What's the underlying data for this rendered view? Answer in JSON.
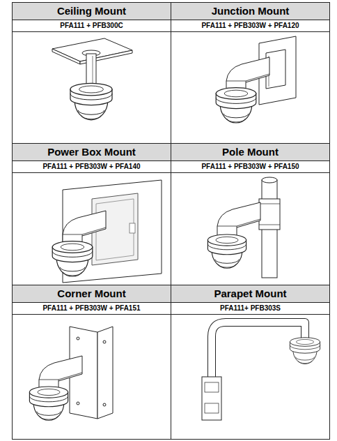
{
  "diagram": {
    "nodes": [
      {
        "text": [
          "Ceiling Mount",
          "PFA111 + PFB300C"
        ]
      },
      {
        "text": [
          "Junction Mount",
          "PFA111 + PFB303W + PFA120"
        ]
      },
      {
        "text": [
          "Power Box Mount",
          "PFA111 + PFB303W + PFA140"
        ]
      },
      {
        "text": [
          "Pole Mount",
          "PFA111 + PFB303W + PFA150"
        ]
      },
      {
        "text": [
          "Corner Mount",
          "PFA111 + PFB303W + PFA151"
        ]
      },
      {
        "text": [
          "Parapet Mount",
          "PFA111+ PFB303S"
        ]
      }
    ]
  }
}
